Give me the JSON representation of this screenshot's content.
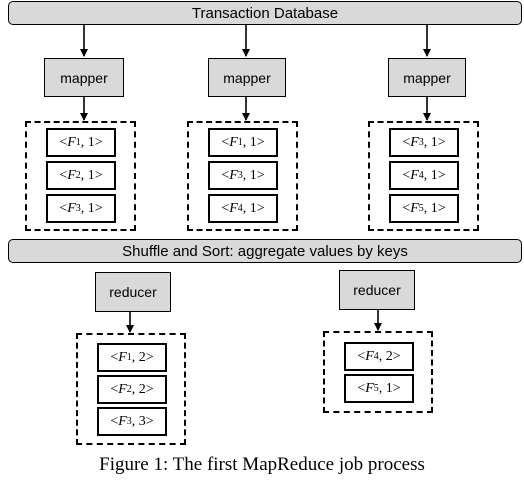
{
  "database_label": "Transaction Database",
  "mapper_label": "mapper",
  "shuffle_label": "Shuffle and Sort:  aggregate values by keys",
  "reducer_label": "reducer",
  "mapper_outputs": [
    [
      {
        "var": "F",
        "sub": "1",
        "val": "1"
      },
      {
        "var": "F",
        "sub": "2",
        "val": "1"
      },
      {
        "var": "F",
        "sub": "3",
        "val": "1"
      }
    ],
    [
      {
        "var": "F",
        "sub": "1",
        "val": "1"
      },
      {
        "var": "F",
        "sub": "3",
        "val": "1"
      },
      {
        "var": "F",
        "sub": "4",
        "val": "1"
      }
    ],
    [
      {
        "var": "F",
        "sub": "3",
        "val": "1"
      },
      {
        "var": "F",
        "sub": "4",
        "val": "1"
      },
      {
        "var": "F",
        "sub": "5",
        "val": "1"
      }
    ]
  ],
  "reducer_outputs": [
    [
      {
        "var": "F",
        "sub": "1",
        "val": "2"
      },
      {
        "var": "F",
        "sub": "2",
        "val": "2"
      },
      {
        "var": "F",
        "sub": "3",
        "val": "3"
      }
    ],
    [
      {
        "var": "F",
        "sub": "4",
        "val": "2"
      },
      {
        "var": "F",
        "sub": "5",
        "val": "1"
      }
    ]
  ],
  "caption": "Figure 1: The first MapReduce job process"
}
